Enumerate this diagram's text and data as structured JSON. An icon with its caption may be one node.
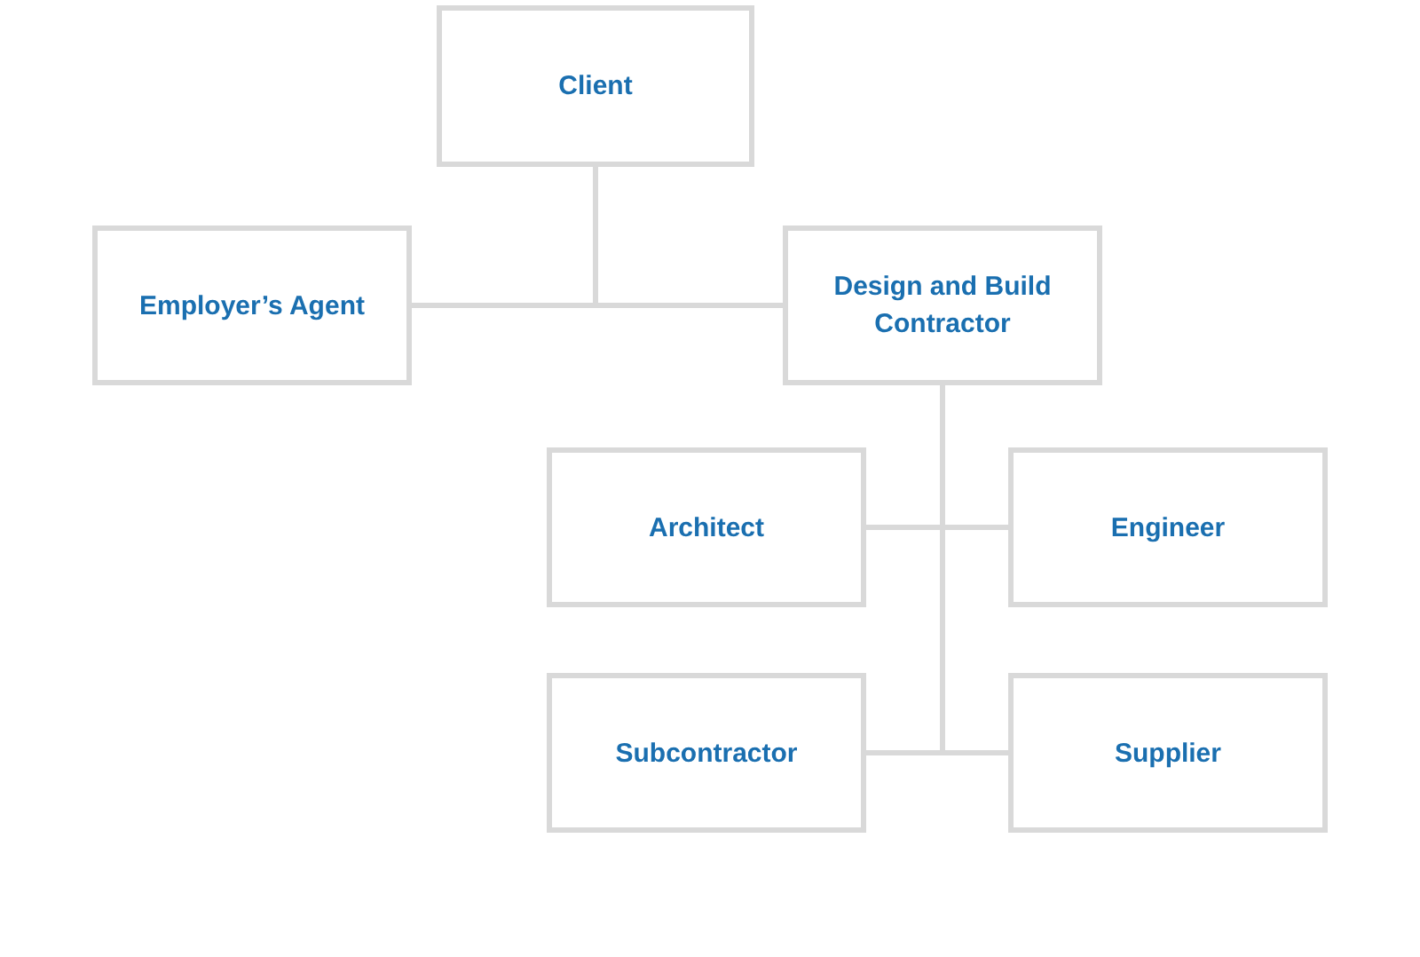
{
  "diagram": {
    "nodes": [
      {
        "text": [
          "Client"
        ]
      },
      {
        "text": [
          "Employer’s Agent"
        ]
      },
      {
        "text": [
          "Design and Build Contractor"
        ]
      },
      {
        "text": [
          "Architect"
        ]
      },
      {
        "text": [
          "Engineer"
        ]
      },
      {
        "text": [
          "Subcontractor"
        ]
      },
      {
        "text": [
          "Supplier"
        ]
      }
    ],
    "edges": [
      {
        "from": 0,
        "to": 1,
        "arrow": "none"
      },
      {
        "from": 0,
        "to": 2,
        "arrow": "none"
      },
      {
        "from": 2,
        "to": 3,
        "arrow": "none"
      },
      {
        "from": 2,
        "to": 4,
        "arrow": "none"
      },
      {
        "from": 2,
        "to": 5,
        "arrow": "none"
      },
      {
        "from": 2,
        "to": 6,
        "arrow": "none"
      }
    ]
  }
}
